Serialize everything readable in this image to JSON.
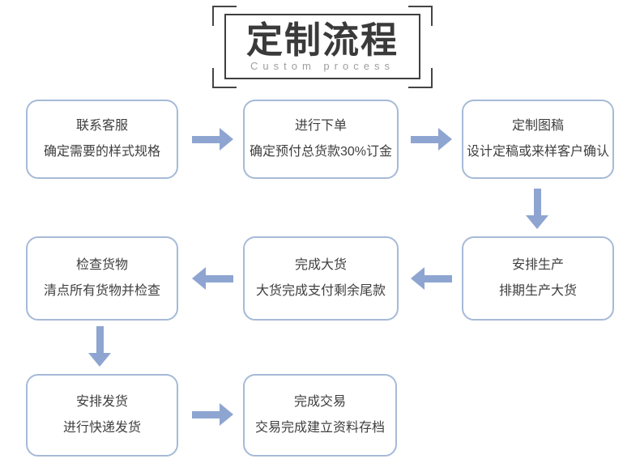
{
  "colors": {
    "box_border": "#a6bad7",
    "arrow": "#8ea5d1",
    "title_text": "#3a3a3a",
    "subtitle_text": "#9e9e9e",
    "step_text": "#3f3f3f",
    "frame": "#454545"
  },
  "header": {
    "title": "定制流程",
    "subtitle": "Custom process"
  },
  "steps": [
    {
      "title": "联系客服",
      "desc": "确定需要的样式规格"
    },
    {
      "title": "进行下单",
      "desc": "确定预付总货款30%订金"
    },
    {
      "title": "定制图稿",
      "desc": "设计定稿或来样客户确认"
    },
    {
      "title": "安排生产",
      "desc": "排期生产大货"
    },
    {
      "title": "完成大货",
      "desc": "大货完成支付剩余尾款"
    },
    {
      "title": "检查货物",
      "desc": "清点所有货物并检查"
    },
    {
      "title": "安排发货",
      "desc": "进行快递发货"
    },
    {
      "title": "完成交易",
      "desc": "交易完成建立资料存档"
    }
  ]
}
